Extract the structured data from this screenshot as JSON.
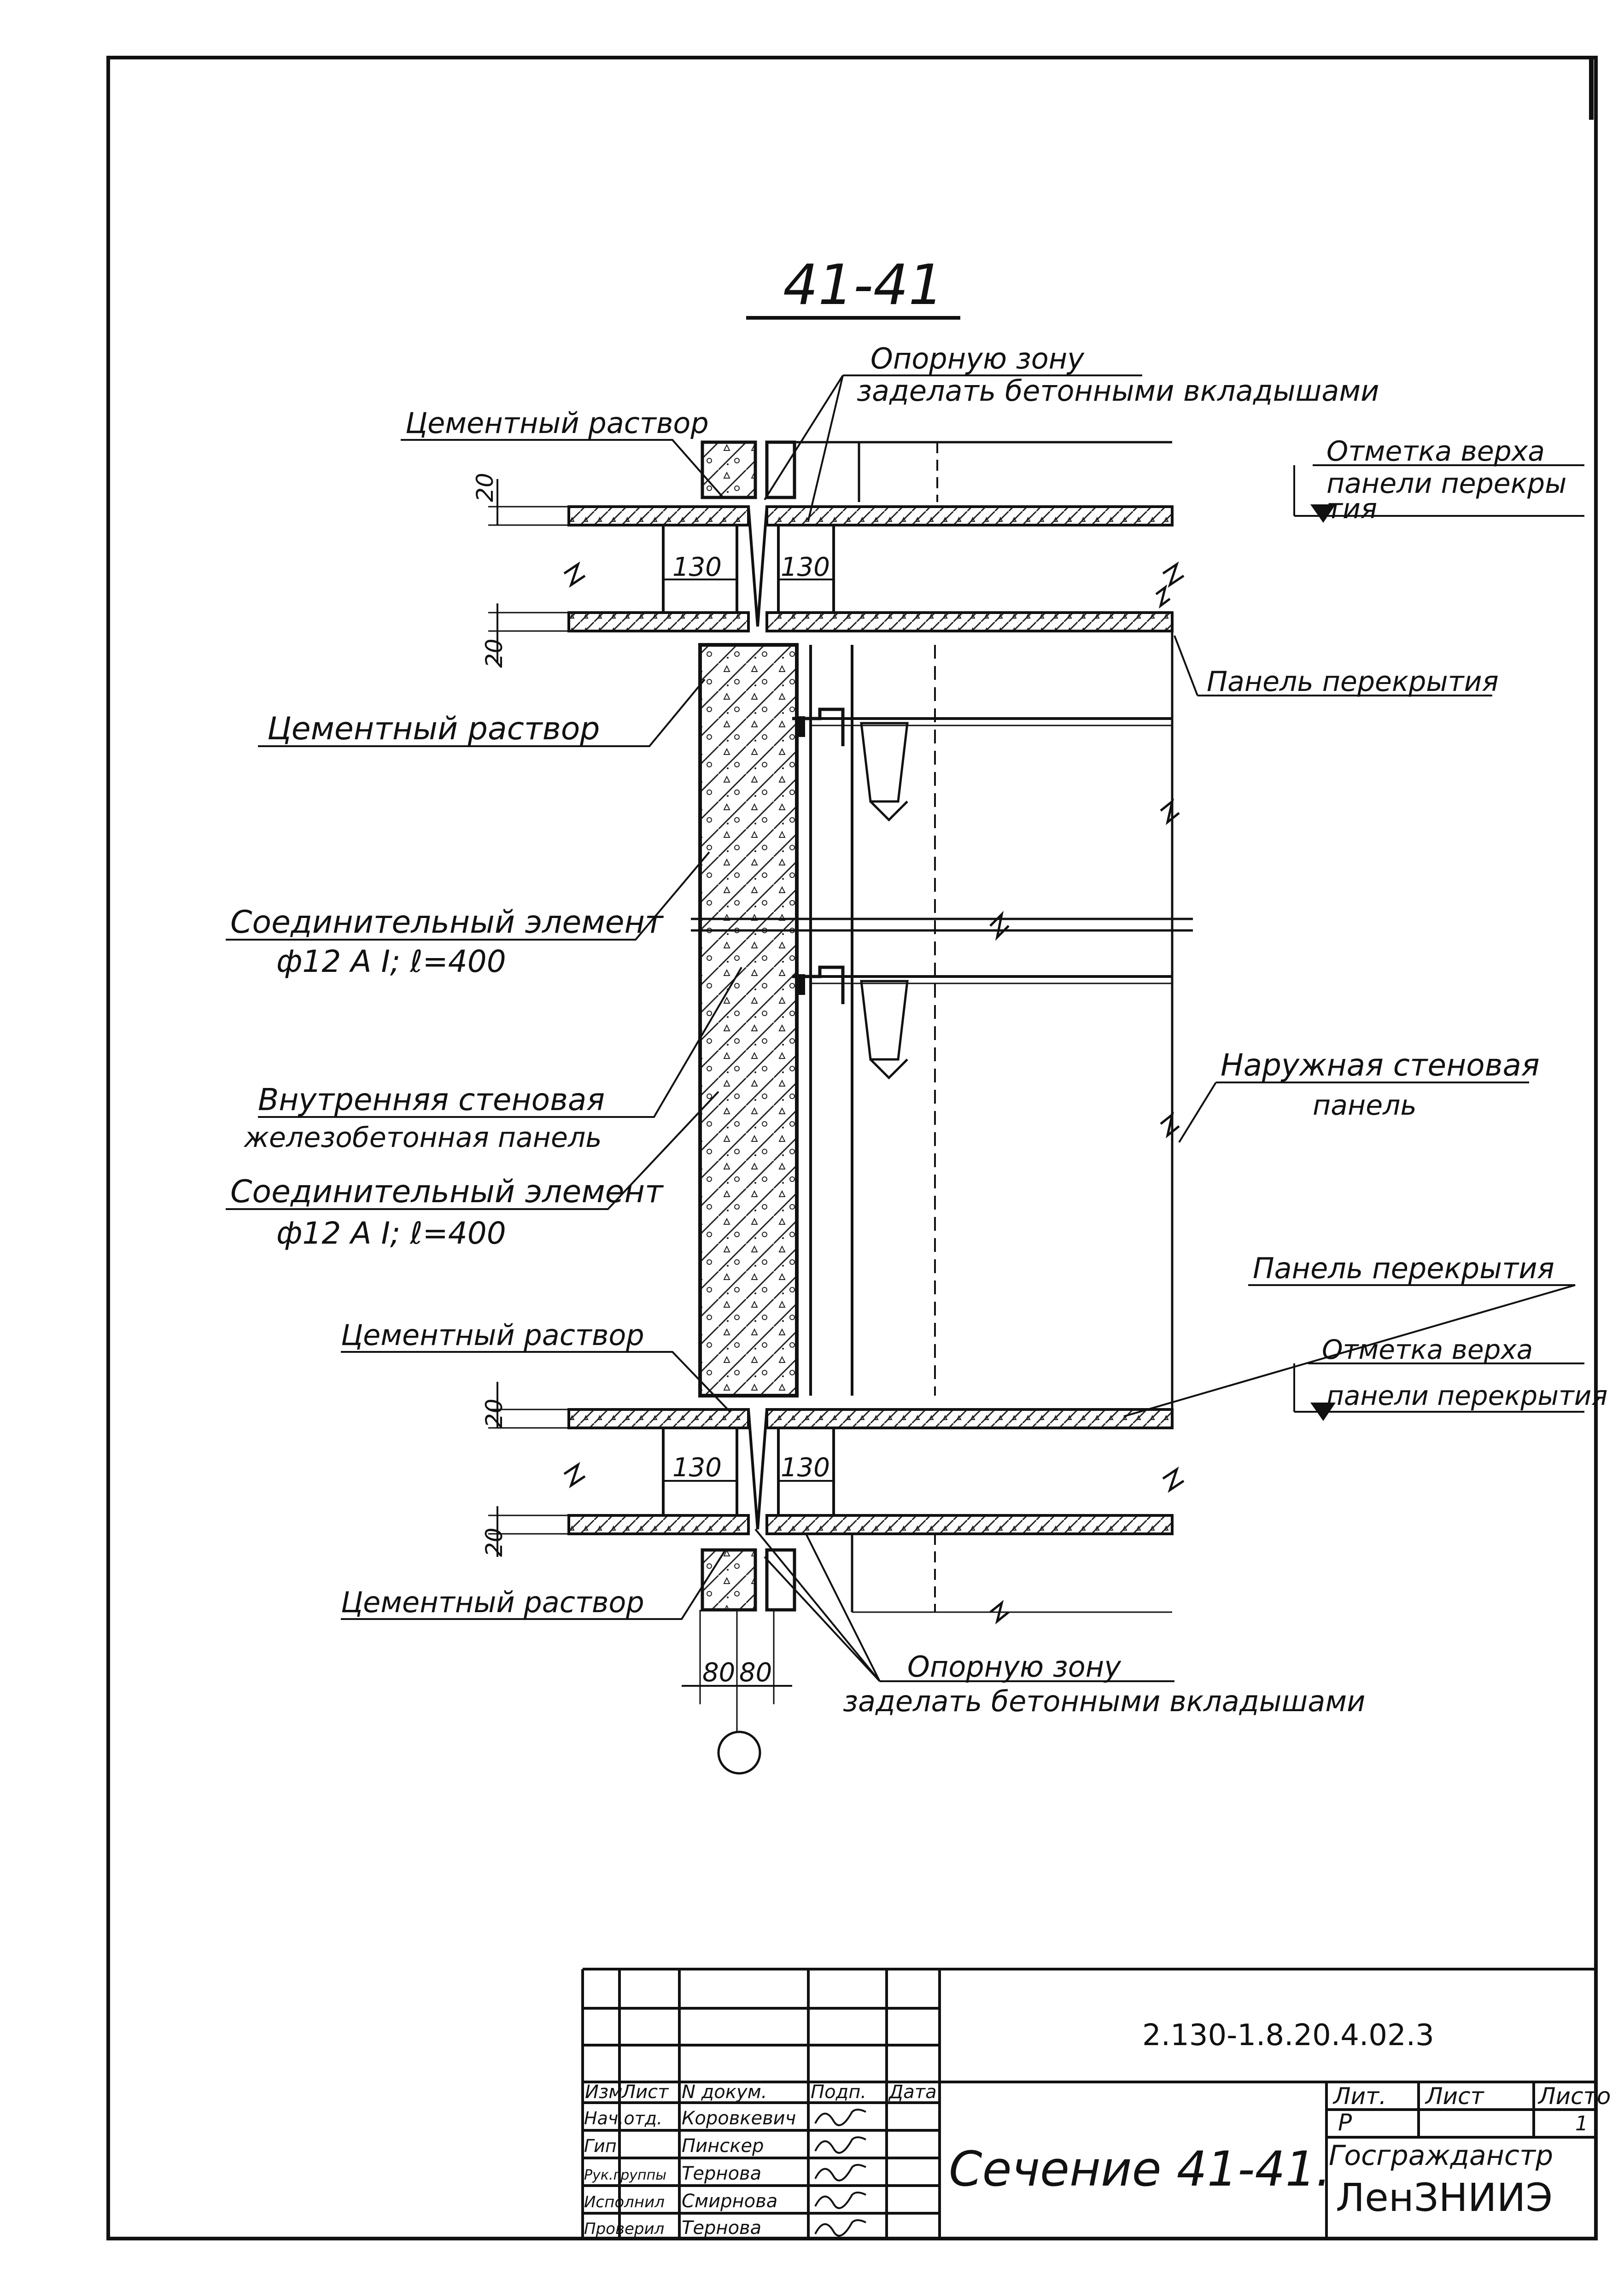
{
  "section_title": "41-41",
  "labels": {
    "support_zone_top_1": "Опорную зону",
    "support_zone_top_2": "заделать бетонными вкладышами",
    "cement_mortar_1": "Цементный раствор",
    "cement_mortar_2": "Цементный раствор",
    "cement_mortar_3": "Цементный раствор",
    "cement_mortar_4": "Цементный раствор",
    "mark_top_1": "Отметка верха",
    "mark_top_2": "панели перекры",
    "mark_top_3": "тия",
    "floor_panel_1": "Панель перекрытия",
    "floor_panel_2": "Панель перекрытия",
    "connector_1_a": "Соединительный элемент",
    "connector_1_b": "ф12 А I; ℓ=400",
    "inner_panel_a": "Внутренняя стеновая",
    "inner_panel_b": "железобетонная панель",
    "connector_2_a": "Соединительный элемент",
    "connector_2_b": "ф12 А I; ℓ=400",
    "outer_panel_a": "Наружная стеновая",
    "outer_panel_b": "панель",
    "mark_bottom_1": "Отметка верха",
    "mark_bottom_2": "панели перекрытия",
    "support_zone_bottom_1": "Опорную зону",
    "support_zone_bottom_2": "заделать бетонными вкладышами"
  },
  "dimensions": {
    "top_20": "20",
    "top_20b": "20",
    "top_130_left": "130",
    "top_130_right": "130",
    "bot_20": "20",
    "bot_20b": "20",
    "bot_130_left": "130",
    "bot_130_right": "130",
    "bot_80_left": "80",
    "bot_80_right": "80"
  },
  "title_block": {
    "doc_code": "2.130-1.8.20.4.02.3",
    "sheet_title": "Сечение 41-41.",
    "col_izm": "Изм",
    "col_list": "Лист",
    "col_ndoc": "N докум.",
    "col_podp": "Подп.",
    "col_data": "Дата",
    "lit_header": "Лит.",
    "list_header": "Лист",
    "listov_header": "Листо",
    "lit_value": "Р",
    "list_value": "1",
    "org_1": "Госгражданстр",
    "org_2": "ЛенЗНИИЭ",
    "rows": [
      {
        "role": "Нач.отд.",
        "name": "Коровкевич"
      },
      {
        "role": "Гип",
        "name": "Пинскер"
      },
      {
        "role": "Рук.группы",
        "name": "Тернова"
      },
      {
        "role": "Исполнил",
        "name": "Смирнова"
      },
      {
        "role": "Проверил",
        "name": "Тернова"
      }
    ]
  }
}
